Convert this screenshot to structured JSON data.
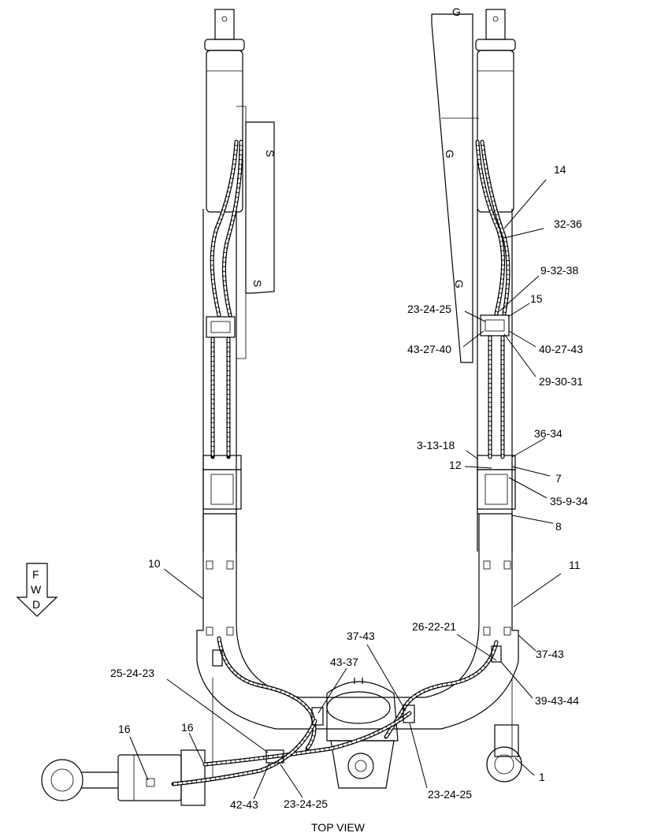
{
  "caption": "TOP VIEW",
  "fwd_arrow": {
    "letters": [
      "F",
      "W",
      "D"
    ]
  },
  "callouts": [
    {
      "id": "c14",
      "text": "14"
    },
    {
      "id": "c32_36",
      "text": "32-36"
    },
    {
      "id": "c9_32_38",
      "text": "9-32-38"
    },
    {
      "id": "c15",
      "text": "15"
    },
    {
      "id": "c23_24_25_top",
      "text": "23-24-25"
    },
    {
      "id": "c43_27_40",
      "text": "43-27-40"
    },
    {
      "id": "c40_27_43",
      "text": "40-27-43"
    },
    {
      "id": "c29_30_31",
      "text": "29-30-31"
    },
    {
      "id": "c36_34",
      "text": "36-34"
    },
    {
      "id": "c3_13_18",
      "text": "3-13-18"
    },
    {
      "id": "c12",
      "text": "12"
    },
    {
      "id": "c7",
      "text": "7"
    },
    {
      "id": "c35_9_34",
      "text": "35-9-34"
    },
    {
      "id": "c8",
      "text": "8"
    },
    {
      "id": "c10",
      "text": "10"
    },
    {
      "id": "c11",
      "text": "11"
    },
    {
      "id": "c26_22_21",
      "text": "26-22-21"
    },
    {
      "id": "c37_43_mid",
      "text": "37-43"
    },
    {
      "id": "c37_43_right",
      "text": "37-43"
    },
    {
      "id": "c43_37",
      "text": "43-37"
    },
    {
      "id": "c25_24_23",
      "text": "25-24-23"
    },
    {
      "id": "c39_43_44",
      "text": "39-43-44"
    },
    {
      "id": "c16_a",
      "text": "16"
    },
    {
      "id": "c16_b",
      "text": "16"
    },
    {
      "id": "c1",
      "text": "1"
    },
    {
      "id": "c42_43",
      "text": "42-43"
    },
    {
      "id": "c23_24_25_bl",
      "text": "23-24-25"
    },
    {
      "id": "c23_24_25_br",
      "text": "23-24-25"
    }
  ]
}
